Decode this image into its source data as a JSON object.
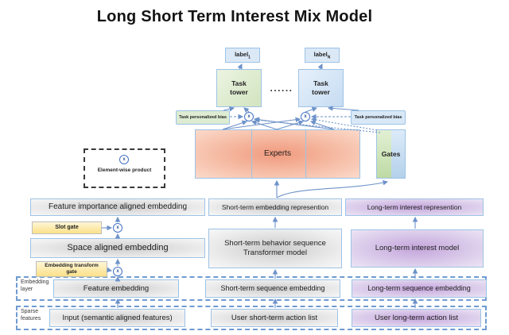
{
  "title": "Long Short Term Interest Mix Model",
  "multiply_symbol": "x",
  "legend": {
    "symbol": "x",
    "label": "Element-wise product"
  },
  "colors": {
    "arrow": "#6d92c9",
    "box_border": "#9dc3e6",
    "dashed_container": "#6f9bd1",
    "experts_center": "#f09a7e",
    "purple_center": "#c3a4da",
    "gray_center": "#cbcbcb",
    "yellow_gate": "#fbe189",
    "green_light": "#d2e4bf",
    "blue_light": "#c6dcf2"
  },
  "top": {
    "label_left": {
      "base": "label",
      "sub": "1"
    },
    "label_right": {
      "base": "label",
      "sub": "N"
    },
    "tower_left": "Task\ntower",
    "tower_right": "Task\ntower",
    "dots": "......",
    "bias_left": "Task personalized bias",
    "bias_right": "Task personalized bias"
  },
  "moe": {
    "experts": "Experts",
    "gates": "Gates"
  },
  "representation_row": {
    "feature": "Feature importance aligned embedding",
    "short_term": "Short-term embedding represention",
    "long_term": "Long-term interest represention"
  },
  "alignment": {
    "slot_gate": "Slot gate",
    "space_aligned": "Space aligned embedding",
    "transform_gate": "Embedding transform gate"
  },
  "models": {
    "short_term": "Short-term behavior sequence Transformer model",
    "long_term": "Long-term interest model"
  },
  "embedding_layer": {
    "label": "Embedding layer",
    "items": [
      "Feature embedding",
      "Short-term sequence embedding",
      "Long-term sequence embedding"
    ]
  },
  "sparse_features": {
    "label": "Sparse features",
    "items": [
      "Input (semantic aligned features)",
      "User short-term action list",
      "User long-term action list"
    ]
  }
}
